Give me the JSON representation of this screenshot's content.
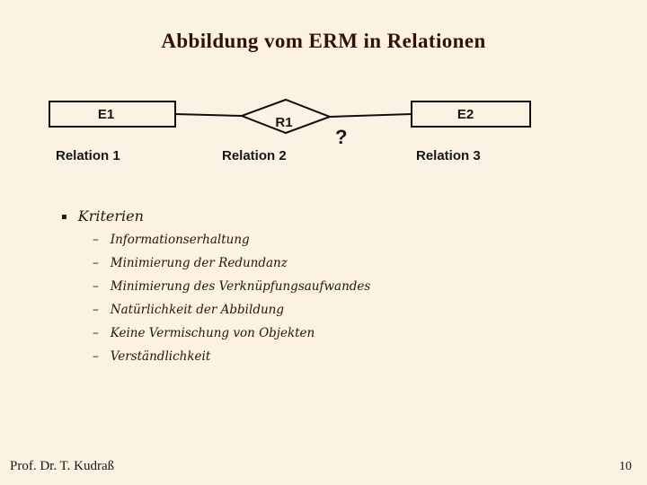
{
  "slide": {
    "title": "Abbildung vom ERM in Relationen",
    "background_color": "#FCF2E3",
    "title_color": "#33110B"
  },
  "diagram": {
    "entity1": "E1",
    "relationship": "R1",
    "entity2": "E2",
    "question_mark": "?",
    "relation_labels": [
      "Relation 1",
      "Relation 2",
      "Relation 3"
    ],
    "line_color": "#0F0F0F"
  },
  "bullets": {
    "bullet_marker": "▪",
    "dash_marker": "–",
    "heading": "Kriterien",
    "items": [
      "Informationserhaltung",
      "Minimierung der Redundanz",
      "Minimierung des Verknüpfungsaufwandes",
      "Natürlichkeit der Abbildung",
      "Keine Vermischung von Objekten",
      "Verständlichkeit"
    ]
  },
  "footer": {
    "author": "Prof. Dr. T. Kudraß",
    "page_number": "10"
  }
}
